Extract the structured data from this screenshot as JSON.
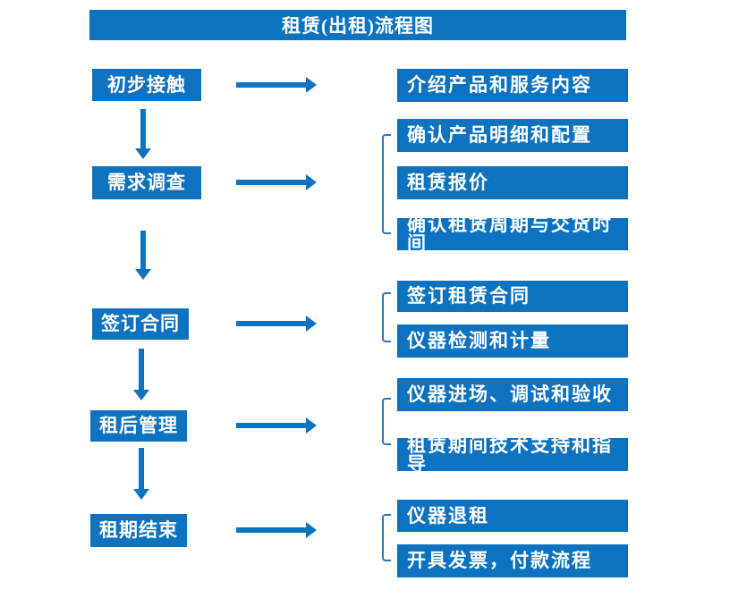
{
  "title": "租赁(出租)流程图",
  "colors": {
    "primary_blue": "#0d72c0",
    "bracket_blue": "#2e75b6",
    "text_white": "#ffffff",
    "background": "#ffffff"
  },
  "flow": {
    "steps": [
      {
        "label": "初步接触"
      },
      {
        "label": "需求调查"
      },
      {
        "label": "签订合同"
      },
      {
        "label": "租后管理"
      },
      {
        "label": "租期结束"
      }
    ],
    "details": [
      {
        "label": "介绍产品和服务内容"
      },
      {
        "label": "确认产品明细和配置"
      },
      {
        "label": "租赁报价"
      },
      {
        "label": "确认租赁周期与交货时间"
      },
      {
        "label": "签订租赁合同"
      },
      {
        "label": "仪器检测和计量"
      },
      {
        "label": "仪器进场、调试和验收"
      },
      {
        "label": "租赁期间技术支持和指导"
      },
      {
        "label": "仪器退租"
      },
      {
        "label": "开具发票，付款流程"
      }
    ],
    "connections": [
      {
        "from": "初步接触",
        "to": [
          "介绍产品和服务内容"
        ]
      },
      {
        "from": "需求调查",
        "to": [
          "确认产品明细和配置",
          "租赁报价",
          "确认租赁周期与交货时间"
        ]
      },
      {
        "from": "签订合同",
        "to": [
          "签订租赁合同",
          "仪器检测和计量"
        ]
      },
      {
        "from": "租后管理",
        "to": [
          "仪器进场、调试和验收",
          "租赁期间技术支持和指导"
        ]
      },
      {
        "from": "租期结束",
        "to": [
          "仪器退租",
          "开具发票，付款流程"
        ]
      }
    ]
  }
}
